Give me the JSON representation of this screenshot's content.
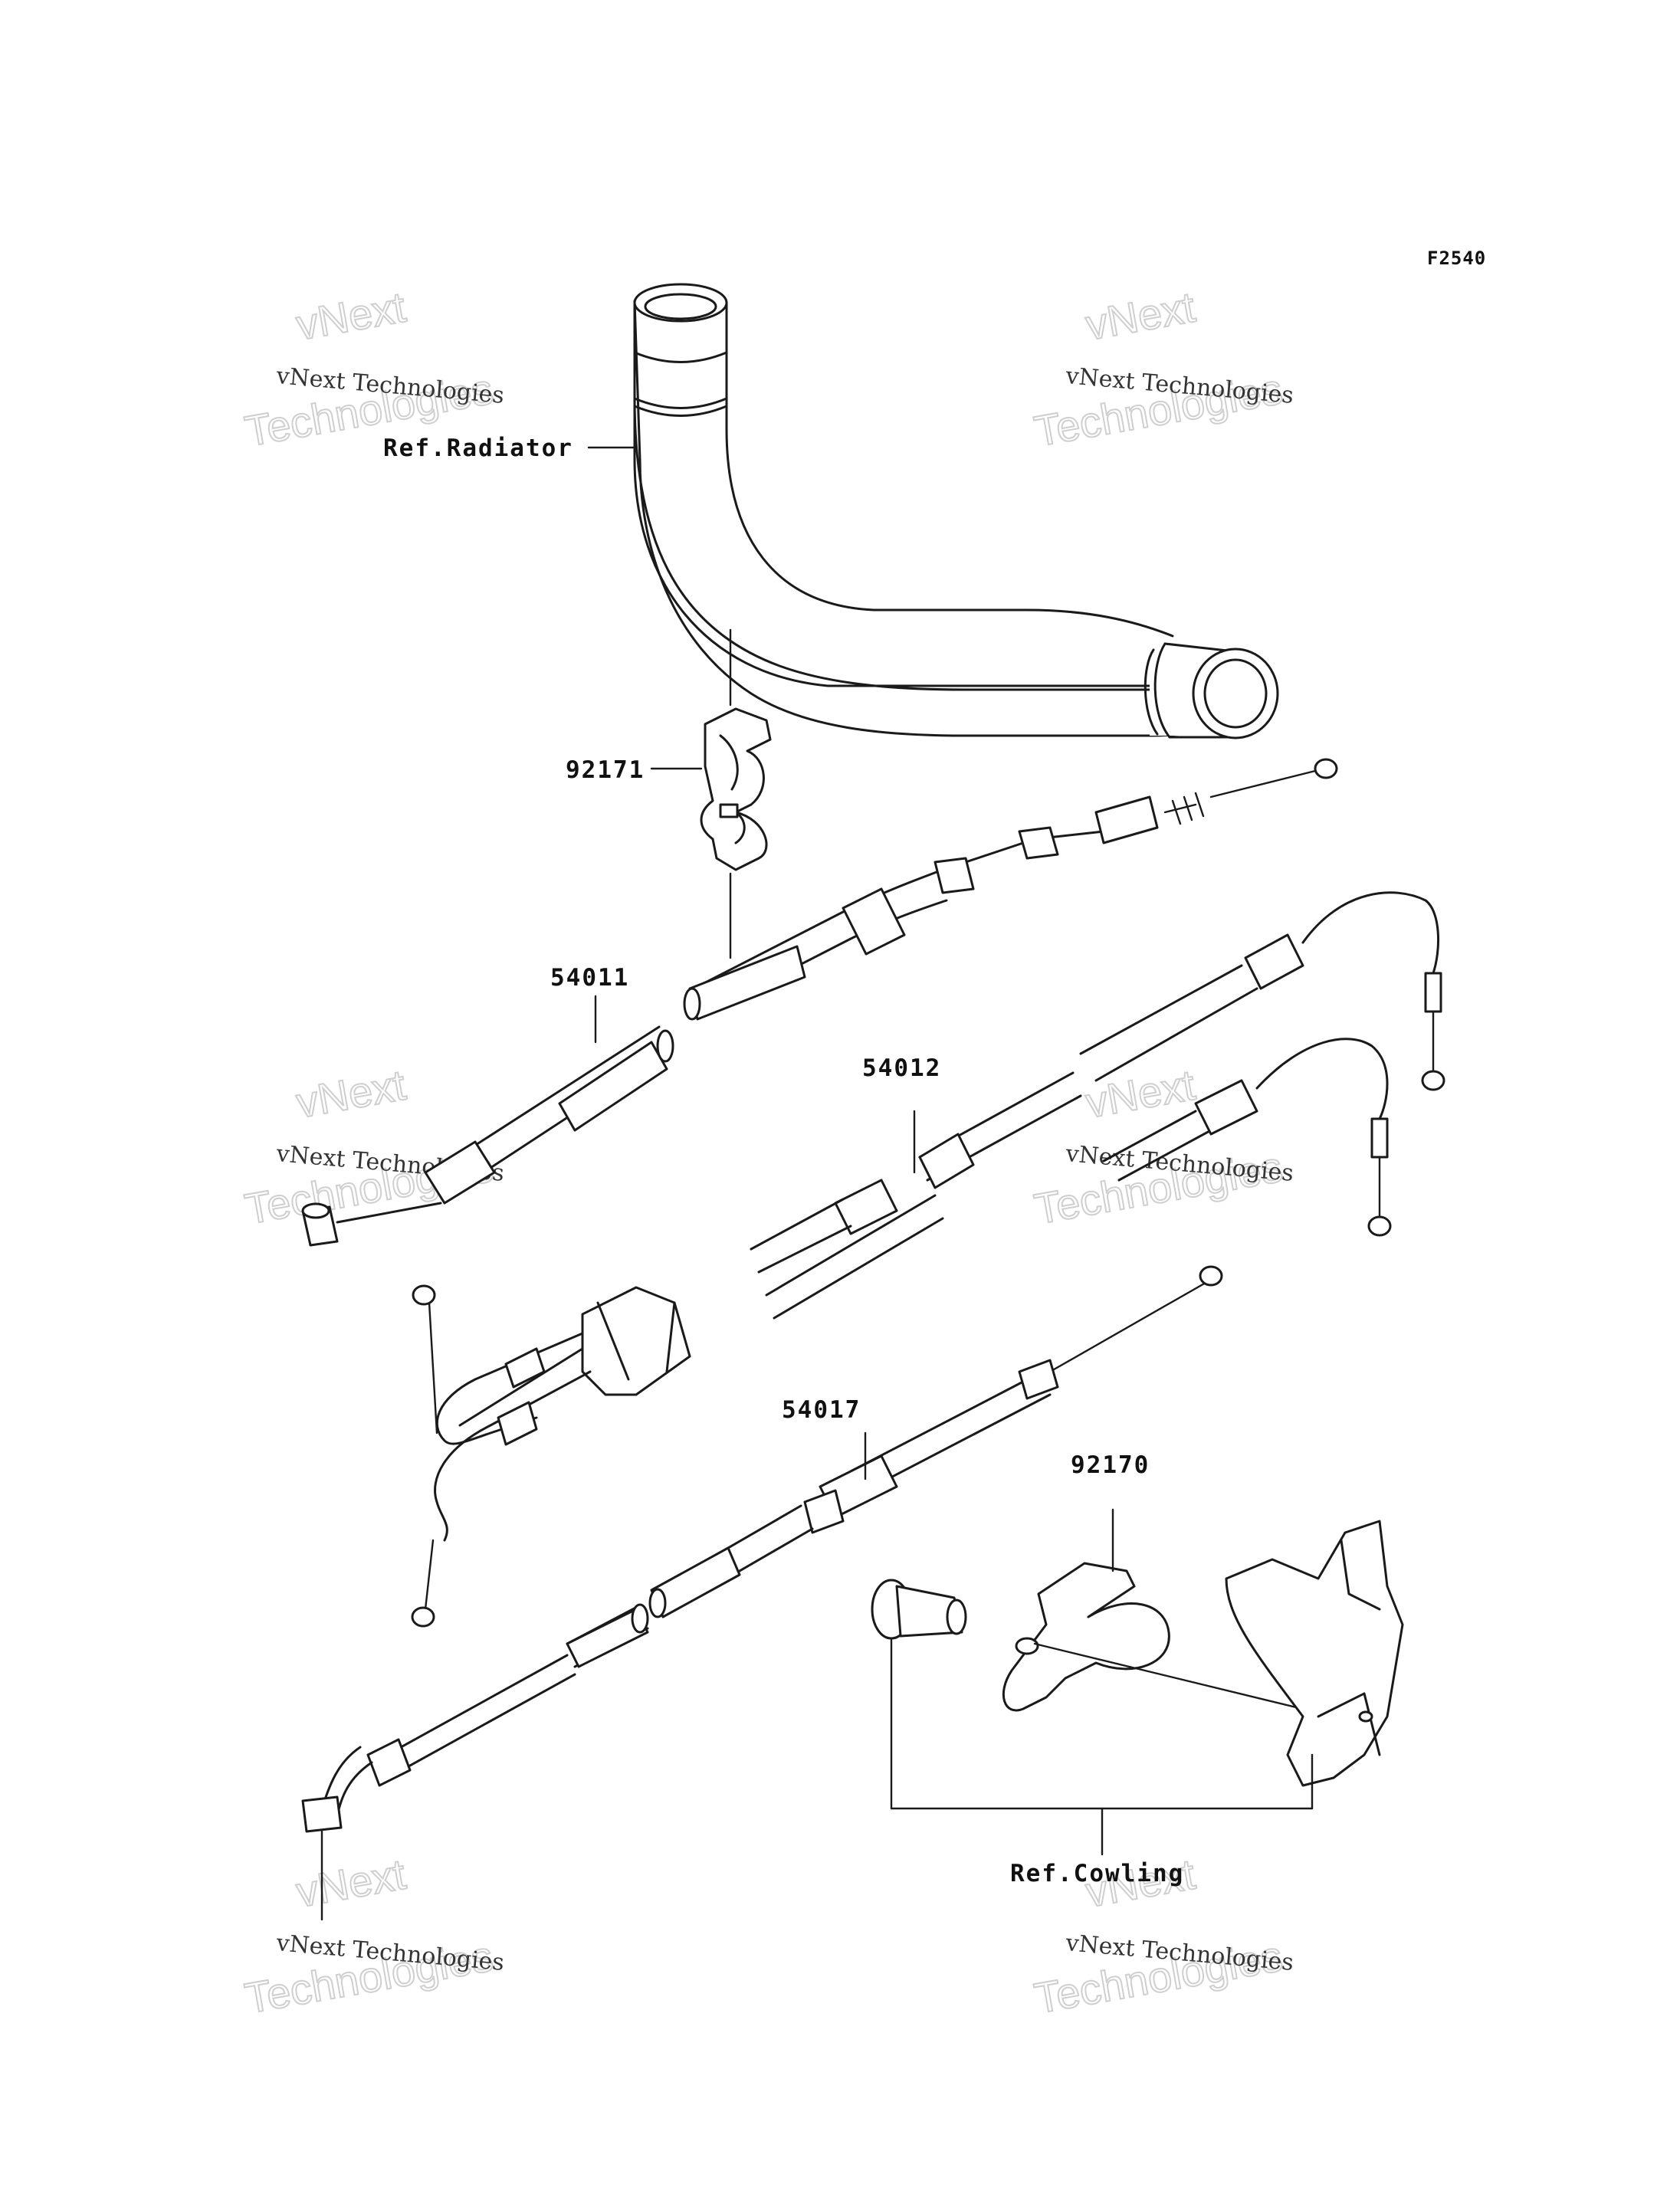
{
  "figure_code": "F2540",
  "references": {
    "radiator": "Ref.Radiator",
    "cowling": "Ref.Cowling"
  },
  "part_numbers": {
    "clamp": "92171",
    "cable_upper": "54011",
    "cable_double": "54012",
    "cable_lower": "54017",
    "bracket": "92170"
  },
  "watermark": {
    "line1": "vNext",
    "line2": "vNext Technologies",
    "line3": "Technologies"
  }
}
